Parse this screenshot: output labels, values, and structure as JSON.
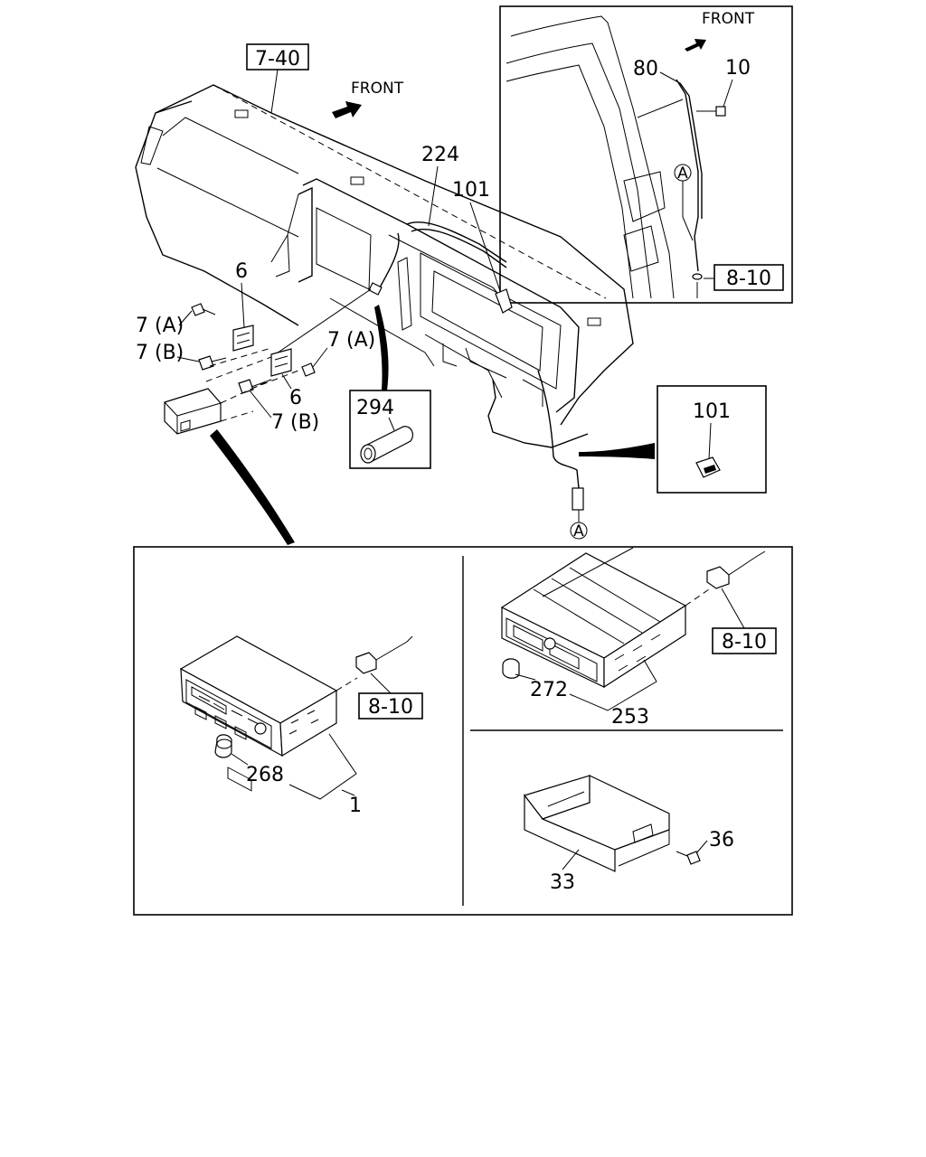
{
  "diagram": {
    "front_main": "FRONT",
    "front_inset": "FRONT",
    "refs": {
      "r_7_40": "7-40",
      "r_8_10_inset": "8-10",
      "r_8_10_left": "8-10",
      "r_8_10_right": "8-10"
    },
    "parts": {
      "p224": "224",
      "p101": "101",
      "p101_detail": "101",
      "p6_a": "6",
      "p6_b": "6",
      "p7a_left": "7 (A)",
      "p7b_left": "7 (B)",
      "p7a_right": "7 (A)",
      "p7b_right": "7 (B)",
      "p294": "294",
      "p80": "80",
      "p10": "10",
      "p268": "268",
      "p1": "1",
      "p272": "272",
      "p253": "253",
      "p33": "33",
      "p36": "36"
    },
    "markers": {
      "a_inset": "A",
      "a_main": "A"
    }
  }
}
